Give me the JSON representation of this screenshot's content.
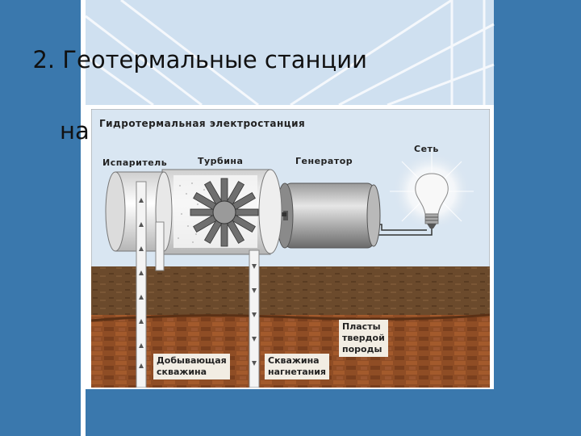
{
  "slide": {
    "title_line1": "2. Геотермальные станции",
    "title_line2": "на парогидротермах"
  },
  "diagram": {
    "heading": "Гидротермальная электростанция",
    "labels": {
      "evaporator": "Испаритель",
      "turbine": "Турбина",
      "generator": "Генератор",
      "grid": "Сеть",
      "rock_layers": [
        "Пласты",
        "твердой",
        "породы"
      ],
      "production_well": [
        "Добывающая",
        "скважина"
      ],
      "injection_well": [
        "Скважина",
        "нагнетания"
      ]
    }
  },
  "colors": {
    "slide_background": "#3a78ad",
    "accent_stripe": "#3a78ad",
    "soil_top": "#6e4a2a",
    "soil_deep": "#8a4b26",
    "sky": "#d9e6f2"
  }
}
